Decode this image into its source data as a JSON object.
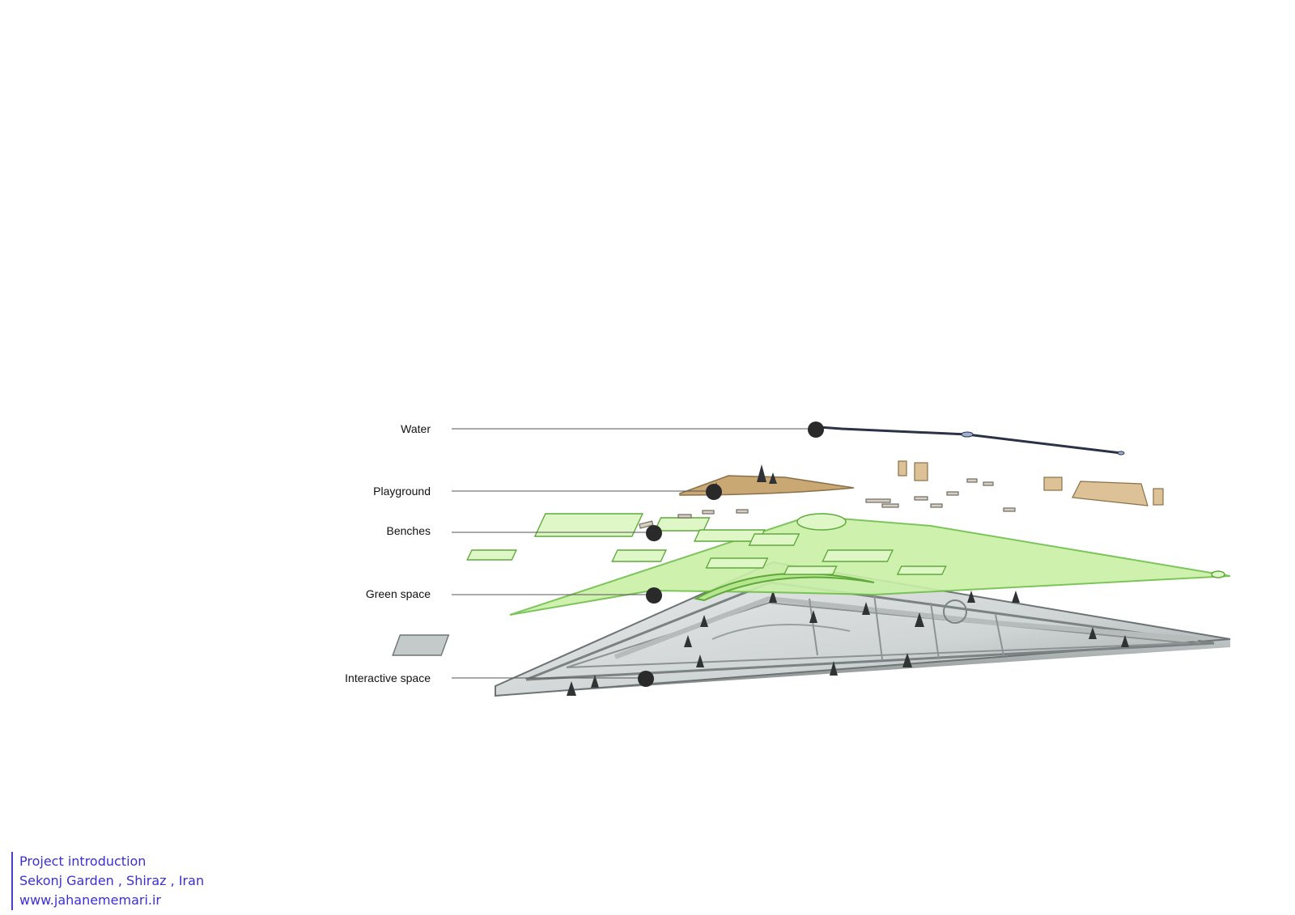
{
  "layers": [
    {
      "id": "water",
      "label": "Water"
    },
    {
      "id": "playground",
      "label": "Playground"
    },
    {
      "id": "benches",
      "label": "Benches"
    },
    {
      "id": "green",
      "label": "Green space"
    },
    {
      "id": "interactive",
      "label": "Interactive space"
    }
  ],
  "footer": {
    "line1": "Project introduction",
    "line2": "Sekonj Garden , Shiraz , Iran",
    "line3": "www.jahanememari.ir"
  },
  "colors": {
    "green_fill": "#c9f0a6",
    "green_stroke": "#6fbf4a",
    "wood": "#c9a873",
    "base_gray": "#8f9596",
    "leader": "#555555",
    "marker": "#2a2a2a",
    "footer_text": "#3b2fd6"
  }
}
